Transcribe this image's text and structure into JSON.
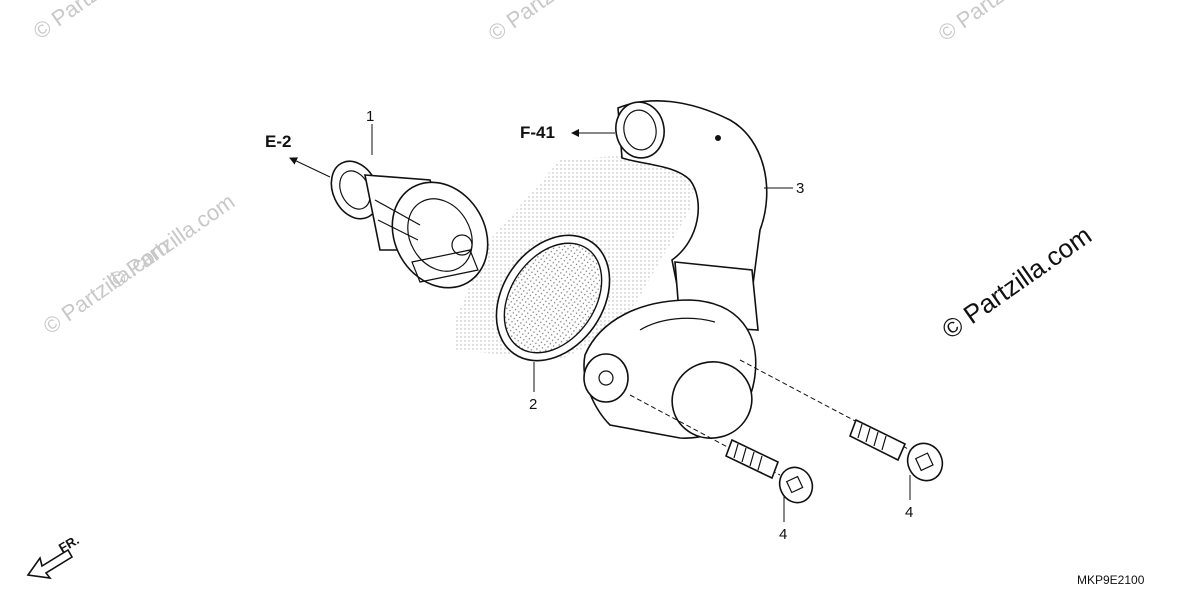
{
  "diagram": {
    "callouts": {
      "thermostat": "1",
      "gasket": "2",
      "thermostat_cover": "3",
      "bolt_left": "4",
      "bolt_right": "4"
    },
    "references": {
      "e2": "E-2",
      "f41": "F-41"
    },
    "direction": "FR.",
    "drawing_code": "MKP9E2100"
  },
  "watermark": {
    "small": "© Partzilla.com",
    "large": "© Partzilla.com"
  }
}
